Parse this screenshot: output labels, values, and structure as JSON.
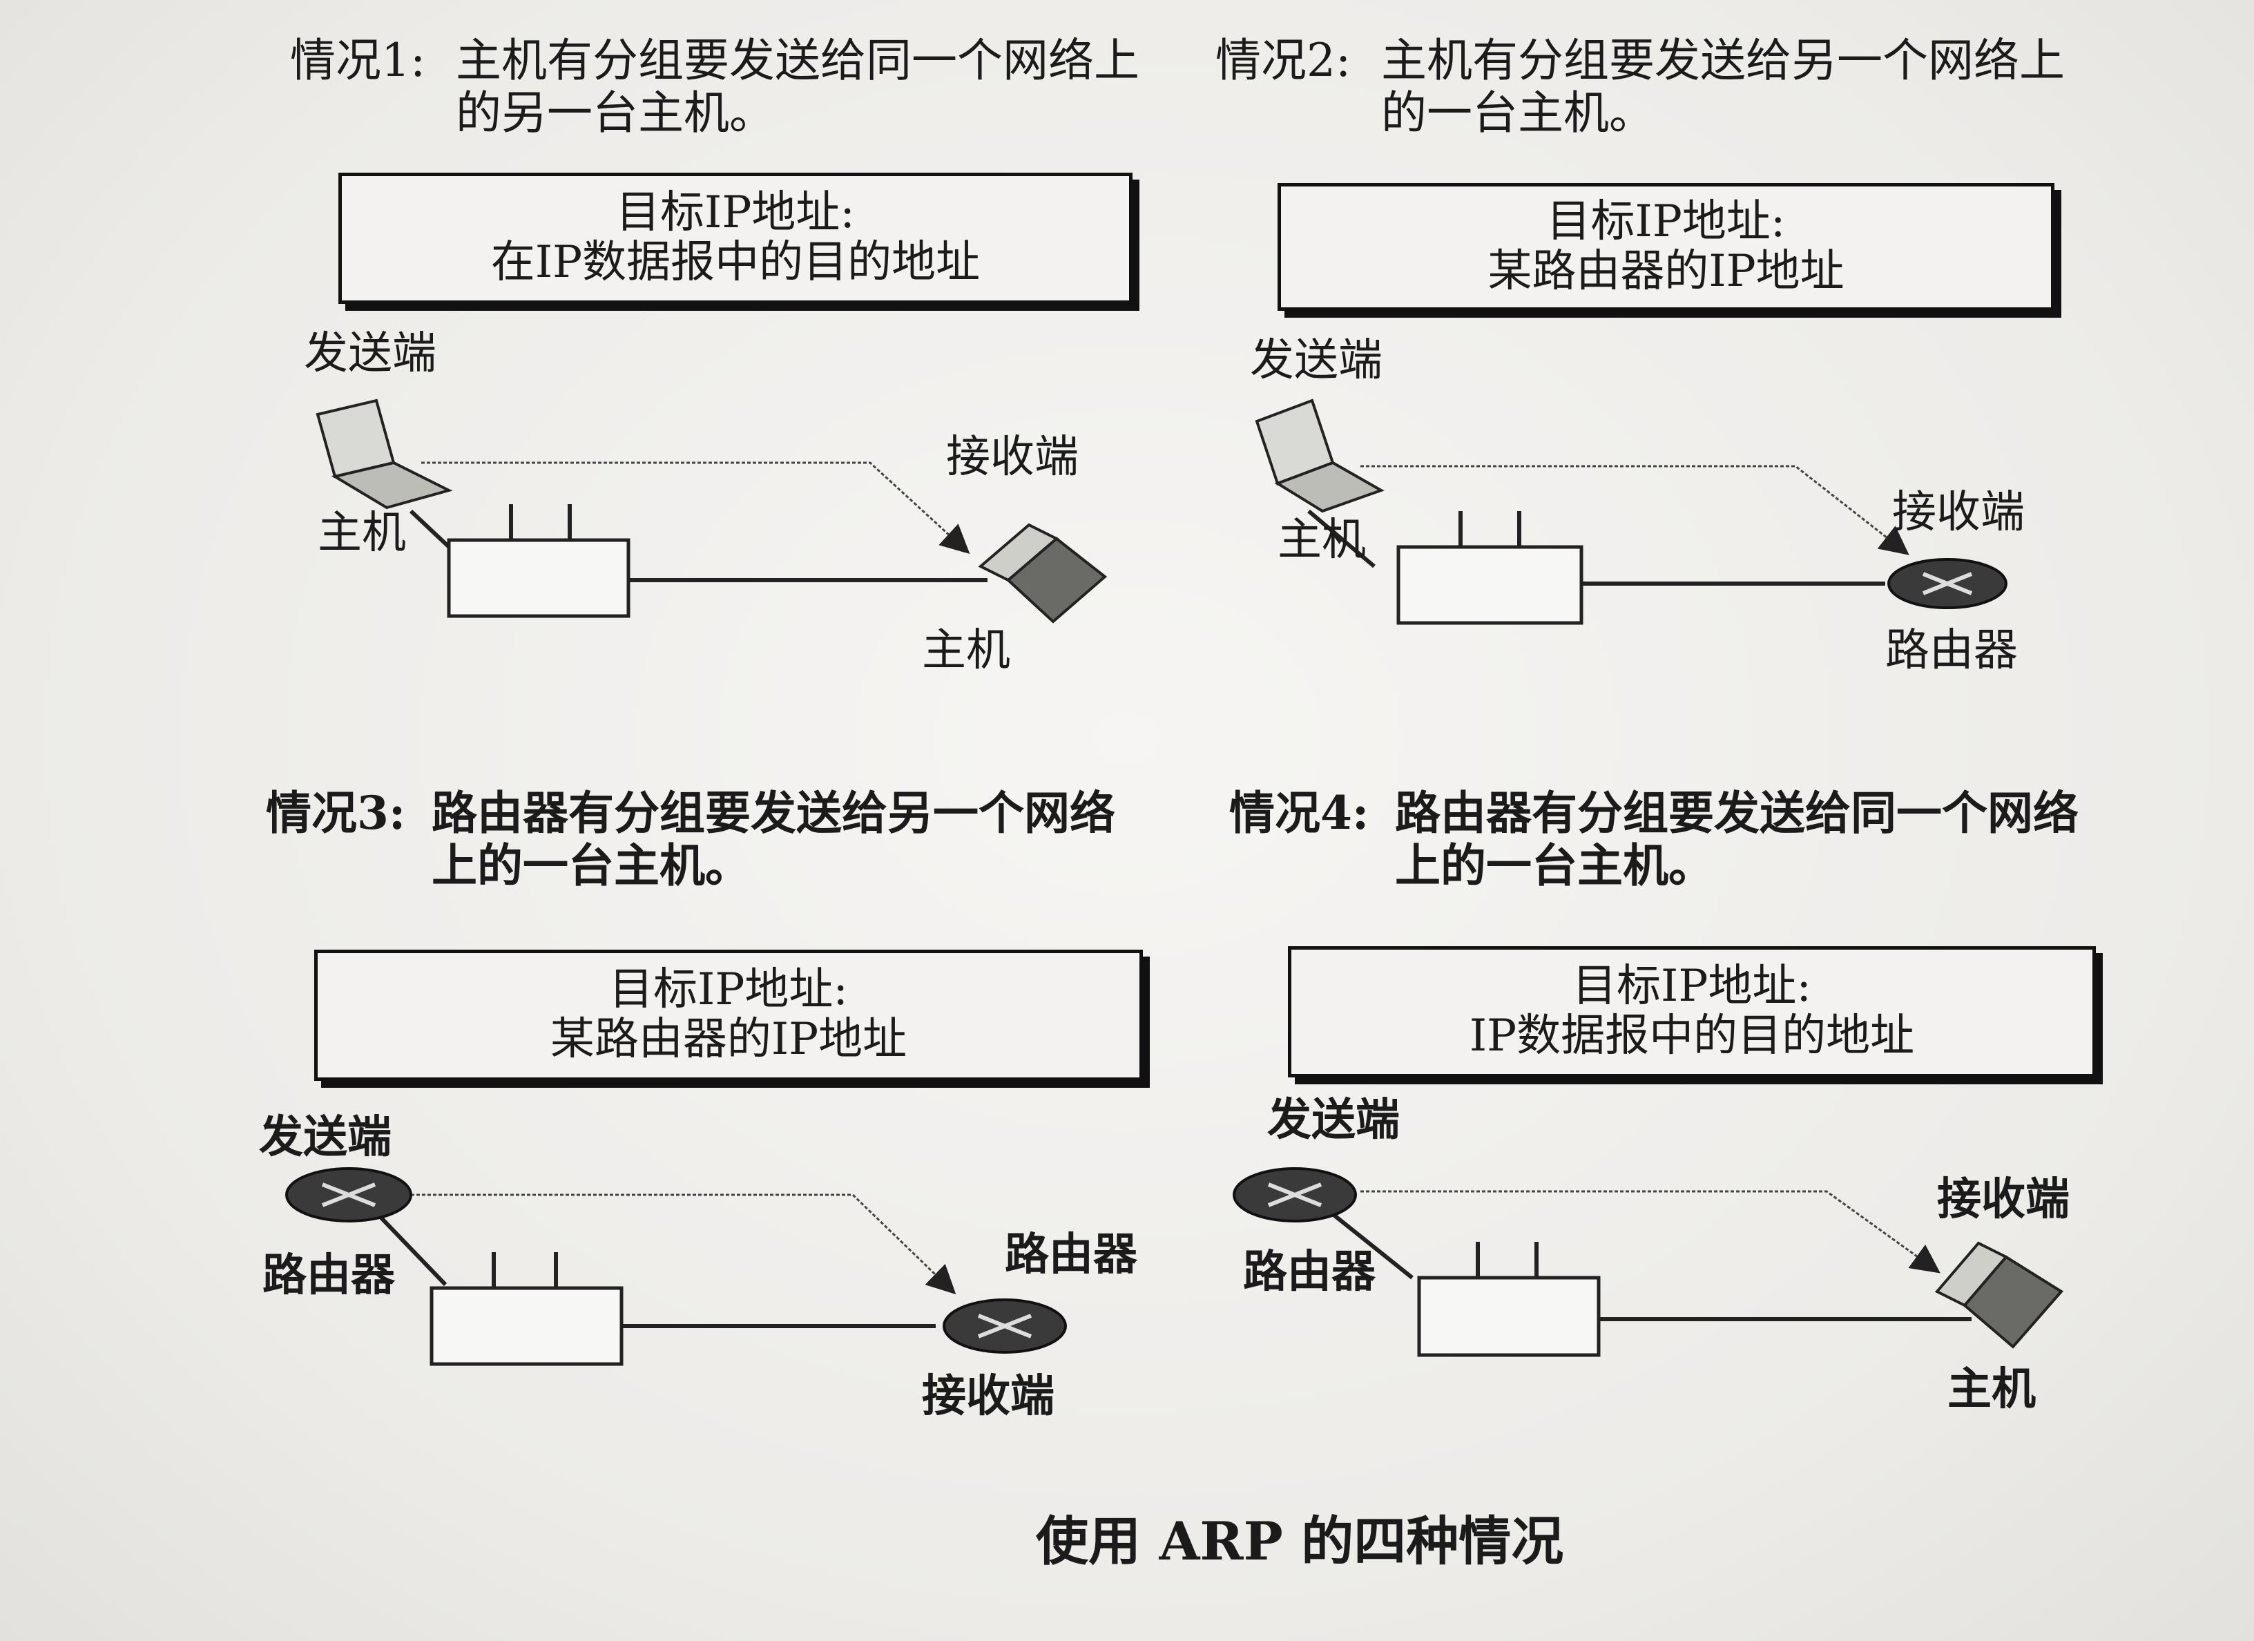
{
  "cases": [
    {
      "key": "情况1:",
      "text": "主机有分组要发送给同一个网络上的另一台主机。",
      "box_line1": "目标IP地址:",
      "box_line2": "在IP数据报中的目的地址",
      "sender_top": "发送端",
      "sender_bottom": "主机",
      "receiver_top": "接收端",
      "receiver_bottom": "主机",
      "sender_device": "laptop-icon",
      "receiver_device": "laptop-icon"
    },
    {
      "key": "情况2:",
      "text": "主机有分组要发送给另一个网络上的一台主机。",
      "box_line1": "目标IP地址:",
      "box_line2": "某路由器的IP地址",
      "sender_top": "发送端",
      "sender_bottom": "主机",
      "receiver_top": "接收端",
      "receiver_bottom": "路由器",
      "sender_device": "laptop-icon",
      "receiver_device": "router-icon"
    },
    {
      "key": "情况3:",
      "text": "路由器有分组要发送给另一个网络上的一台主机。",
      "box_line1": "目标IP地址:",
      "box_line2": "某路由器的IP地址",
      "sender_top": "发送端",
      "sender_bottom": "路由器",
      "receiver_top": "路由器",
      "receiver_bottom": "接收端",
      "sender_device": "router-icon",
      "receiver_device": "router-icon"
    },
    {
      "key": "情况4:",
      "text": "路由器有分组要发送给同一个网络上的一台主机。",
      "box_line1": "目标IP地址:",
      "box_line2": "IP数据报中的目的地址",
      "sender_top": "发送端",
      "sender_bottom": "路由器",
      "receiver_top": "接收端",
      "receiver_bottom": "主机",
      "sender_device": "router-icon",
      "receiver_device": "laptop-icon"
    }
  ],
  "figure_title": "使用 ARP 的四种情况",
  "colors": {
    "ink": "#1b1b1b",
    "paper": "#efeeec",
    "router_fill": "#3a3a3a"
  }
}
